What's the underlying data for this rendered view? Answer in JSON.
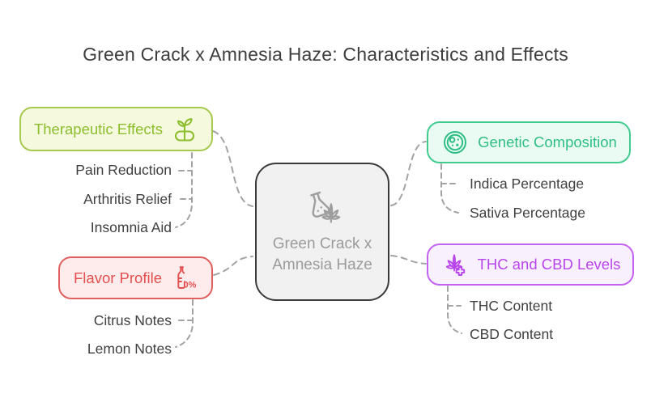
{
  "title": "Green Crack x Amnesia Haze: Characteristics and Effects",
  "center": {
    "label": "Green Crack x Amnesia Haze",
    "icon": "flask-cannabis-icon",
    "border_color": "#3a3a3a",
    "background": "#f1f1f1",
    "text_color": "#9b9b9b"
  },
  "connector_color": "#a3a3a3",
  "branches": [
    {
      "label": "Therapeutic Effects",
      "icon": "sprout-icon",
      "accent": "#8cbe2d",
      "border": "#a6c94e",
      "background": "#f5fade",
      "items": [
        "Pain Reduction",
        "Arthritis Relief",
        "Insomnia Aid"
      ]
    },
    {
      "label": "Flavor Profile",
      "icon": "zero-percent-bottle-icon",
      "icon_text": "0%",
      "accent": "#e34f4f",
      "border": "#e06060",
      "background": "#fdeceb",
      "items": [
        "Citrus Notes",
        "Lemon Notes"
      ]
    },
    {
      "label": "Genetic Composition",
      "icon": "cell-culture-icon",
      "accent": "#2fbe85",
      "border": "#41cb8f",
      "background": "#e9fbf3",
      "items": [
        "Indica Percentage",
        "Sativa Percentage"
      ]
    },
    {
      "label": "THC and CBD Levels",
      "icon": "cannabis-medical-icon",
      "accent": "#b845ec",
      "border": "#c264f0",
      "background": "#f9f0fe",
      "items": [
        "THC Content",
        "CBD Content"
      ]
    }
  ]
}
